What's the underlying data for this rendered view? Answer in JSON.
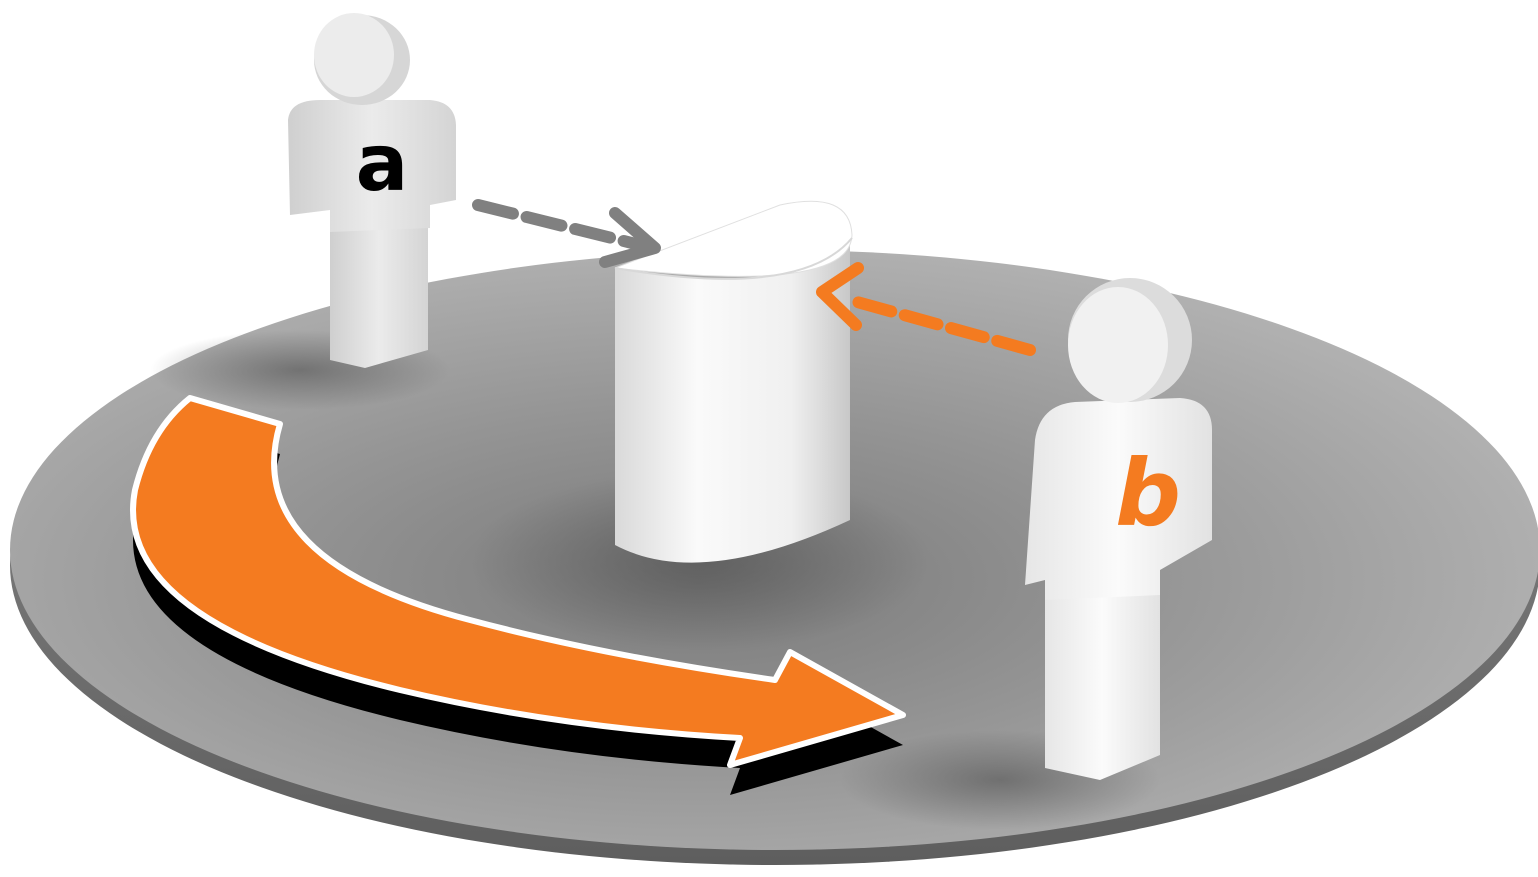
{
  "scene": {
    "figures": [
      {
        "id": "a",
        "label": "a",
        "label_color": "#000000"
      },
      {
        "id": "b",
        "label": "b",
        "label_color": "#f47b20"
      }
    ],
    "colors": {
      "accent_orange": "#f47b20",
      "gaze_gray": "#808080",
      "platform_gray": "#9c9c9c",
      "figure_white": "#f2f2f2"
    },
    "icons": {
      "observer_a": "person-icon",
      "observer_b": "person-icon",
      "object": "half-cylinder-icon",
      "rotation": "curved-arrow-icon"
    }
  }
}
